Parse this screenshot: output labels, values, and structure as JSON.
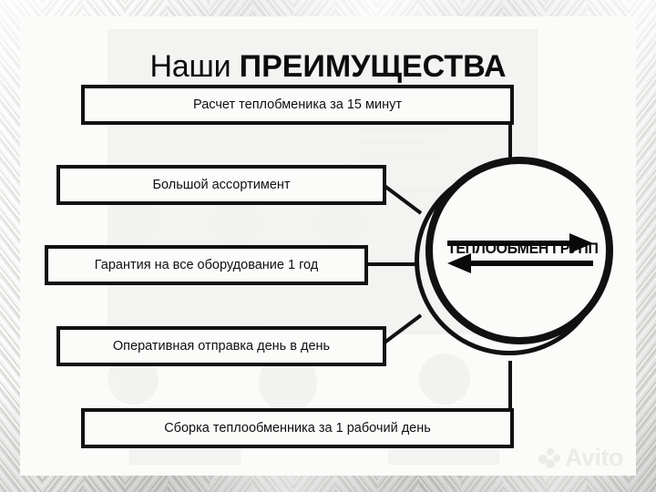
{
  "header": {
    "title_regular": "Наши ",
    "title_strong": "ПРЕИМУЩЕСТВА"
  },
  "diagram": {
    "benefits": [
      {
        "label": "Расчет теплобменика за 15 минут"
      },
      {
        "label": "Большой ассортимент"
      },
      {
        "label": "Гарантия на все оборудование 1 год"
      },
      {
        "label": "Оперативная отправка день в день"
      },
      {
        "label": "Сборка теплообменника за 1 рабочий день"
      }
    ],
    "logo": {
      "name": "ТЕПЛООБМЕН ГРУПП"
    }
  },
  "watermark": {
    "text": "Avito"
  },
  "colors": {
    "ink": "#111111",
    "panel": "#fbfbfa",
    "watermark": "#d6d6d4"
  }
}
